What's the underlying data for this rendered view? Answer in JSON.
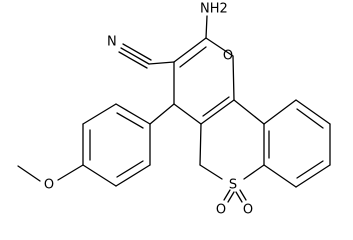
{
  "molecule": {
    "atoms": [
      {
        "id": "n-nitrile",
        "label": "N"
      },
      {
        "id": "nh2",
        "label": "NH2"
      },
      {
        "id": "o-pyran",
        "label": "O"
      },
      {
        "id": "o-methoxy",
        "label": "O"
      },
      {
        "id": "s-sulfone",
        "label": "S"
      },
      {
        "id": "o-sulfone-left",
        "label": "O"
      },
      {
        "id": "o-sulfone-right",
        "label": "O"
      }
    ]
  }
}
